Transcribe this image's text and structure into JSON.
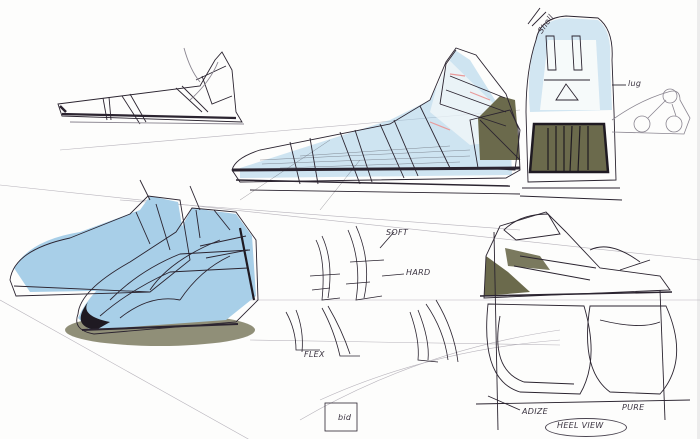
{
  "image": {
    "kind": "marker and pen design sketch sheet",
    "subject": "basketball shoe concepts",
    "palette": {
      "paper": "#fdfdfc",
      "ink": "#2b2430",
      "light_line": "#8a8590",
      "blue_marker": "#a8cfe8",
      "blue_marker_dark": "#7fb3d8",
      "olive_marker": "#6b6a4c",
      "pink_accent": "#e99a9a"
    }
  },
  "annotations": {
    "top_right_upper": "Shell",
    "top_right_side": "lug",
    "middle_soft": "SOFT",
    "middle_hard": "HARD",
    "lower_flex": "FLEX",
    "lower_box": "bid",
    "bottom_left_label": "ADIZE",
    "bottom_right_label": "PURE",
    "bottom_view_label": "HEEL VIEW"
  },
  "sketches": [
    {
      "id": "small-side-view",
      "label": "low-top line sketch, upper left"
    },
    {
      "id": "main-side-view",
      "label": "high-top side view with blue marker and olive heel"
    },
    {
      "id": "back-view",
      "label": "rear view with olive heel counter, top right"
    },
    {
      "id": "three-quarter-pair",
      "label": "pair of blue shoes in 3/4 view with shadow"
    },
    {
      "id": "detail-sections",
      "label": "cross-section details soft/hard/flex"
    },
    {
      "id": "lower-right-view",
      "label": "side view and outsole construction sketch"
    },
    {
      "id": "tiny-profile",
      "label": "small profile doodle, far right"
    }
  ]
}
